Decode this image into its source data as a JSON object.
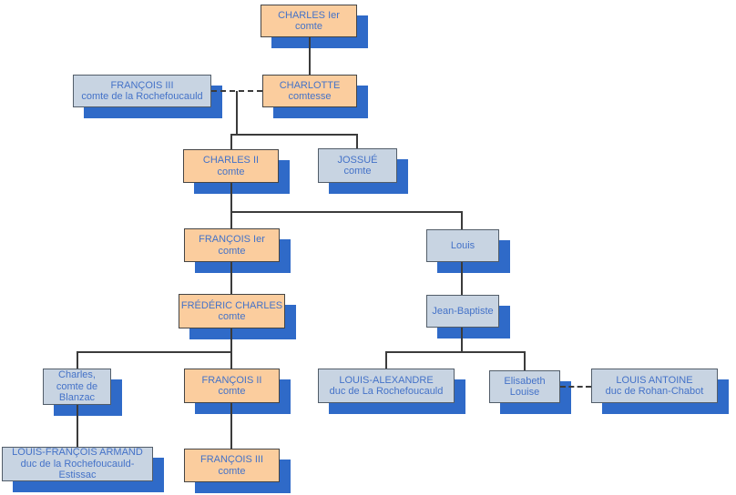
{
  "palette": {
    "male_box_fill": "#FBCD9E",
    "other_box_fill": "#C8D4E2",
    "shadow_blue": "#2F6AC8",
    "text_blue": "#4472C8",
    "line_color": "#3B3B3B"
  },
  "tree": {
    "nodes": {
      "charles_1er": {
        "lines": [
          "CHARLES Ier",
          "comte"
        ]
      },
      "francois_iii": {
        "lines": [
          "FRANÇOIS III",
          "comte de la Rochefoucauld"
        ]
      },
      "charlotte": {
        "lines": [
          "CHARLOTTE",
          "comtesse"
        ]
      },
      "charles_ii": {
        "lines": [
          "CHARLES II",
          "comte"
        ]
      },
      "jossue": {
        "lines": [
          "JOSSUÉ",
          "comte"
        ]
      },
      "francois_1er": {
        "lines": [
          "FRANÇOIS Ier",
          "comte"
        ]
      },
      "louis": {
        "lines": [
          "Louis"
        ]
      },
      "frederic_charles": {
        "lines": [
          "FRÉDÉRIC CHARLES",
          "comte"
        ]
      },
      "jean_baptiste": {
        "lines": [
          "Jean-Baptiste"
        ]
      },
      "charles_blanzac": {
        "lines": [
          "Charles,",
          "comte de",
          "Blanzac"
        ]
      },
      "francois_ii": {
        "lines": [
          "FRANÇOIS II",
          "comte"
        ]
      },
      "louis_alexandre": {
        "lines": [
          "LOUIS-ALEXANDRE",
          "duc de La Rochefoucauld"
        ]
      },
      "elisabeth_louise": {
        "lines": [
          "Elisabeth",
          "Louise"
        ]
      },
      "louis_antoine": {
        "lines": [
          "LOUIS ANTOINE",
          "duc de Rohan-Chabot"
        ]
      },
      "louis_francois_armand": {
        "lines": [
          "LOUIS-FRANÇOIS ARMAND",
          "duc de la Rochefoucauld-Estissac"
        ]
      },
      "francois_iii_fils": {
        "lines": [
          "FRANÇOIS III",
          "comte"
        ]
      }
    }
  }
}
